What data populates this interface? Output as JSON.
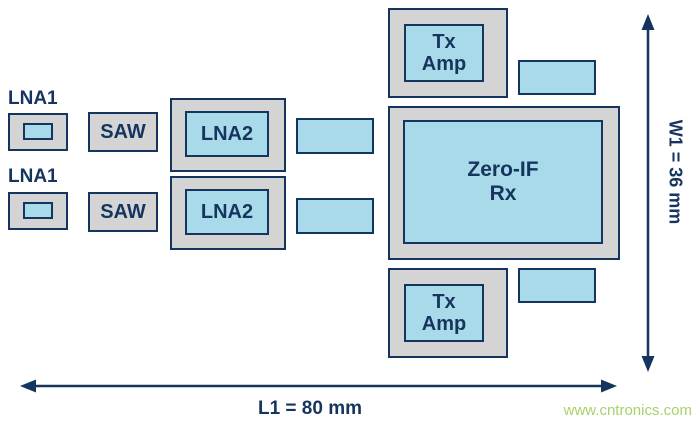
{
  "colors": {
    "navy": "#16355e",
    "gray": "#d4d4d4",
    "cyan": "#a8daea",
    "wm": "#a9d16c"
  },
  "rows": [
    {
      "lna1": "LNA1",
      "saw": "SAW",
      "lna2": "LNA2"
    },
    {
      "lna1": "LNA1",
      "saw": "SAW",
      "lna2": "LNA2"
    }
  ],
  "blocks": {
    "tx_amp_top": "Tx\nAmp",
    "tx_amp_bottom": "Tx\nAmp",
    "zero_if": "Zero-IF\nRx"
  },
  "dimensions": {
    "length": "L1 = 80 mm",
    "width": "W1 = 36 mm"
  },
  "watermark": "www.cntronics.com"
}
